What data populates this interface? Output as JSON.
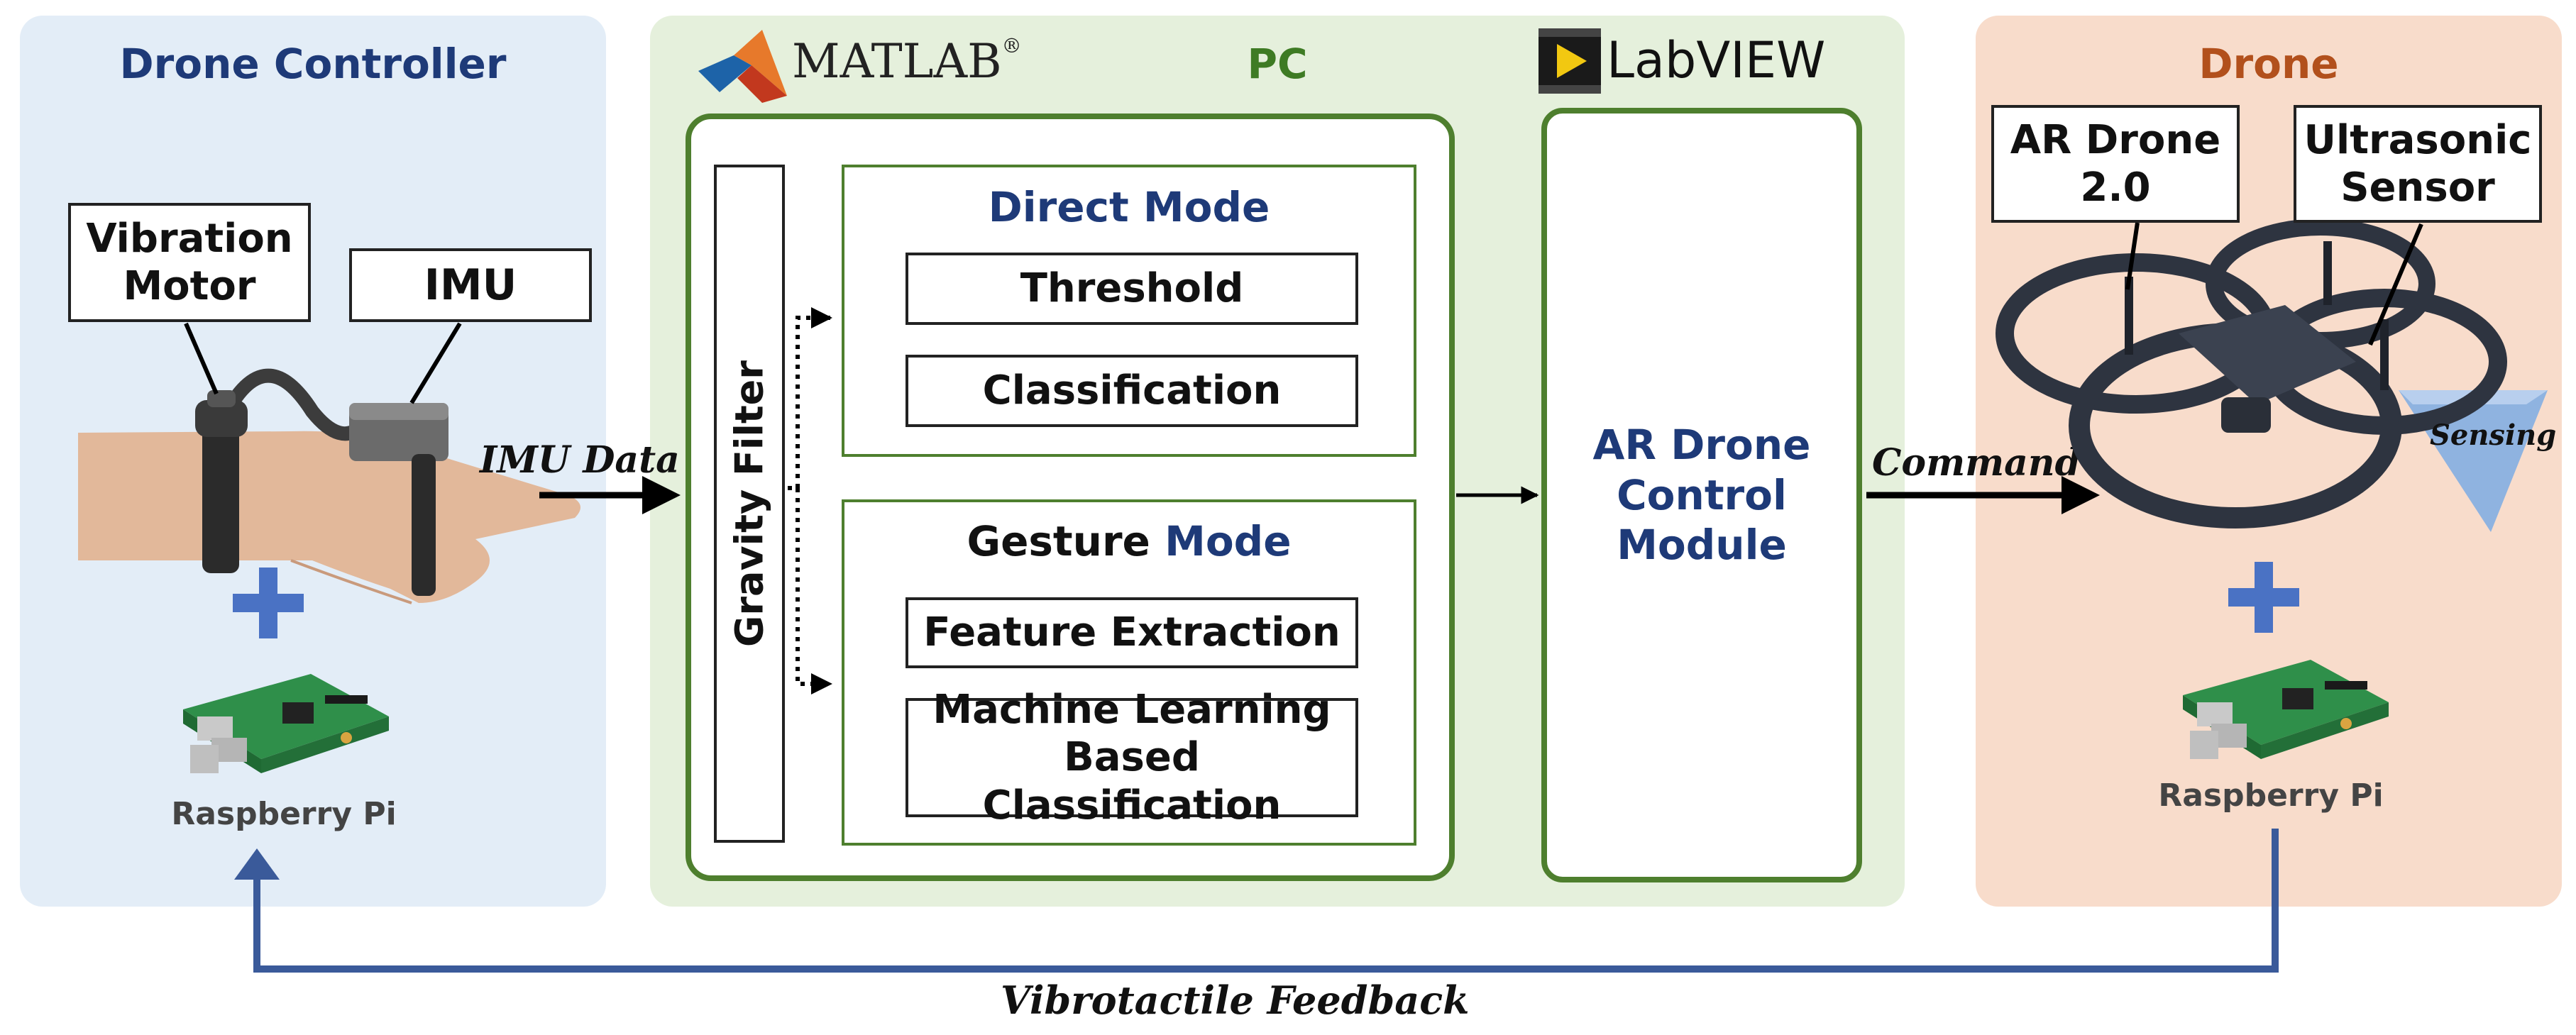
{
  "colors": {
    "controller_bg": "#e3edf7",
    "pc_bg": "#e5f0dc",
    "drone_bg": "#f8dccb",
    "box_border_green": "#4e7f2e",
    "title_navy": "#1e3a78",
    "title_green": "#3e7b24",
    "title_brown": "#b2501c",
    "feedback_line": "#3a5a9a",
    "plus_blue": "#4a72c4"
  },
  "controller": {
    "title": "Drone Controller",
    "vibration_motor_label": "Vibration\nMotor",
    "imu_label": "IMU",
    "raspberry_label": "Raspberry  Pi"
  },
  "pc": {
    "title": "PC",
    "matlab_logo_text": "MATLAB",
    "matlab_registered": "®",
    "labview_logo_text": "LabVIEW",
    "gravity_filter": "Gravity Filter",
    "direct_mode_title": "Direct Mode",
    "threshold": "Threshold",
    "classification": "Classification",
    "gesture_mode_word1": "Gesture",
    "gesture_mode_word2": "Mode",
    "feature_extraction": "Feature Extraction",
    "ml_classification": "Machine Learning\nBased Classification",
    "ar_control": "AR Drone\nControl\nModule"
  },
  "drone": {
    "title": "Drone",
    "ar_drone_label": "AR Drone\n2.0",
    "ultrasonic_label": "Ultrasonic\nSensor",
    "sensing_label": "Sensing",
    "raspberry_label": "Raspberry  Pi"
  },
  "flows": {
    "imu_data": "IMU Data",
    "command": "Command",
    "feedback": "Vibrotactile Feedback"
  }
}
